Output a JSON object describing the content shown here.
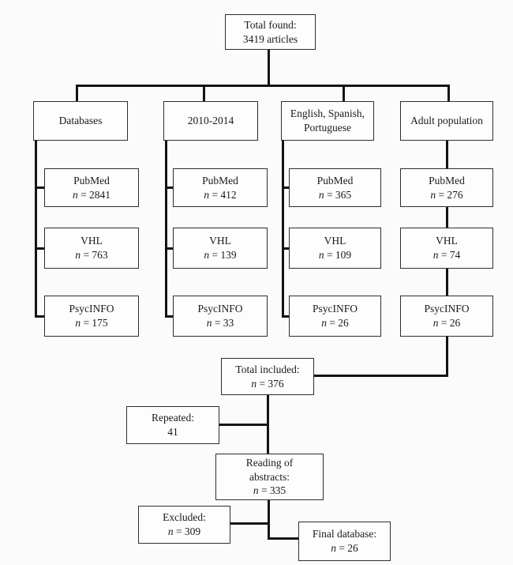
{
  "diagram": {
    "total_found": {
      "line1": "Total found:",
      "line2": "3419 articles"
    },
    "columns": [
      {
        "header_lines": [
          "Databases"
        ],
        "items": [
          {
            "label": "PubMed",
            "count": "n = 2841"
          },
          {
            "label": "VHL",
            "count": "n = 763"
          },
          {
            "label": "PsycINFO",
            "count": "n = 175"
          }
        ]
      },
      {
        "header_lines": [
          "2010-2014"
        ],
        "items": [
          {
            "label": "PubMed",
            "count": "n = 412"
          },
          {
            "label": "VHL",
            "count": "n = 139"
          },
          {
            "label": "PsycINFO",
            "count": "n = 33"
          }
        ]
      },
      {
        "header_lines": [
          "English, Spanish,",
          "Portuguese"
        ],
        "items": [
          {
            "label": "PubMed",
            "count": "n = 365"
          },
          {
            "label": "VHL",
            "count": "n = 109"
          },
          {
            "label": "PsycINFO",
            "count": "n = 26"
          }
        ]
      },
      {
        "header_lines": [
          "Adult population"
        ],
        "items": [
          {
            "label": "PubMed",
            "count": "n = 276"
          },
          {
            "label": "VHL",
            "count": "n = 74"
          },
          {
            "label": "PsycINFO",
            "count": "n = 26"
          }
        ]
      }
    ],
    "total_included": {
      "line1": "Total included:",
      "count": "n = 376"
    },
    "repeated": {
      "line1": "Repeated:",
      "line2": "41"
    },
    "reading": {
      "line1": "Reading of",
      "line2": "abstracts:",
      "count": "n = 335"
    },
    "excluded": {
      "line1": "Excluded:",
      "count": "n = 309"
    },
    "final_database": {
      "line1": "Final database:",
      "count": "n = 26"
    }
  },
  "colors": {
    "background": "#fbfbfb",
    "box_background": "#fdfdfd",
    "box_border": "#2e2e2e",
    "connector": "#141414",
    "text": "#1a1a1a"
  }
}
